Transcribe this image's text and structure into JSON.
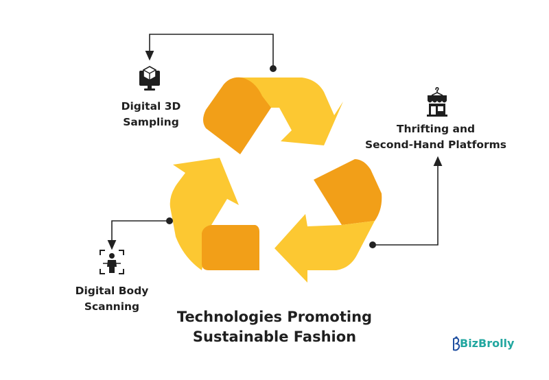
{
  "diagram": {
    "title_lines": [
      "Technologies Promoting",
      "Sustainable Fashion"
    ],
    "nodes": [
      {
        "id": "digital-3d-sampling",
        "label_lines": [
          "Digital 3D",
          "Sampling"
        ],
        "icon": "3d-cube-monitor-icon"
      },
      {
        "id": "thrifting-platforms",
        "label_lines": [
          "Thrifting and",
          "Second-Hand Platforms"
        ],
        "icon": "storefront-hanger-icon"
      },
      {
        "id": "digital-body-scanning",
        "label_lines": [
          "Digital Body",
          "Scanning"
        ],
        "icon": "body-scan-icon"
      }
    ],
    "center_graphic": "recycle-symbol",
    "colors": {
      "arrow_light": "#fcc832",
      "arrow_dark": "#f29f18",
      "connector": "#222222",
      "text": "#1f1f1f",
      "brand": "#22a7a0"
    }
  },
  "brand": {
    "name": "BizBrolly"
  }
}
